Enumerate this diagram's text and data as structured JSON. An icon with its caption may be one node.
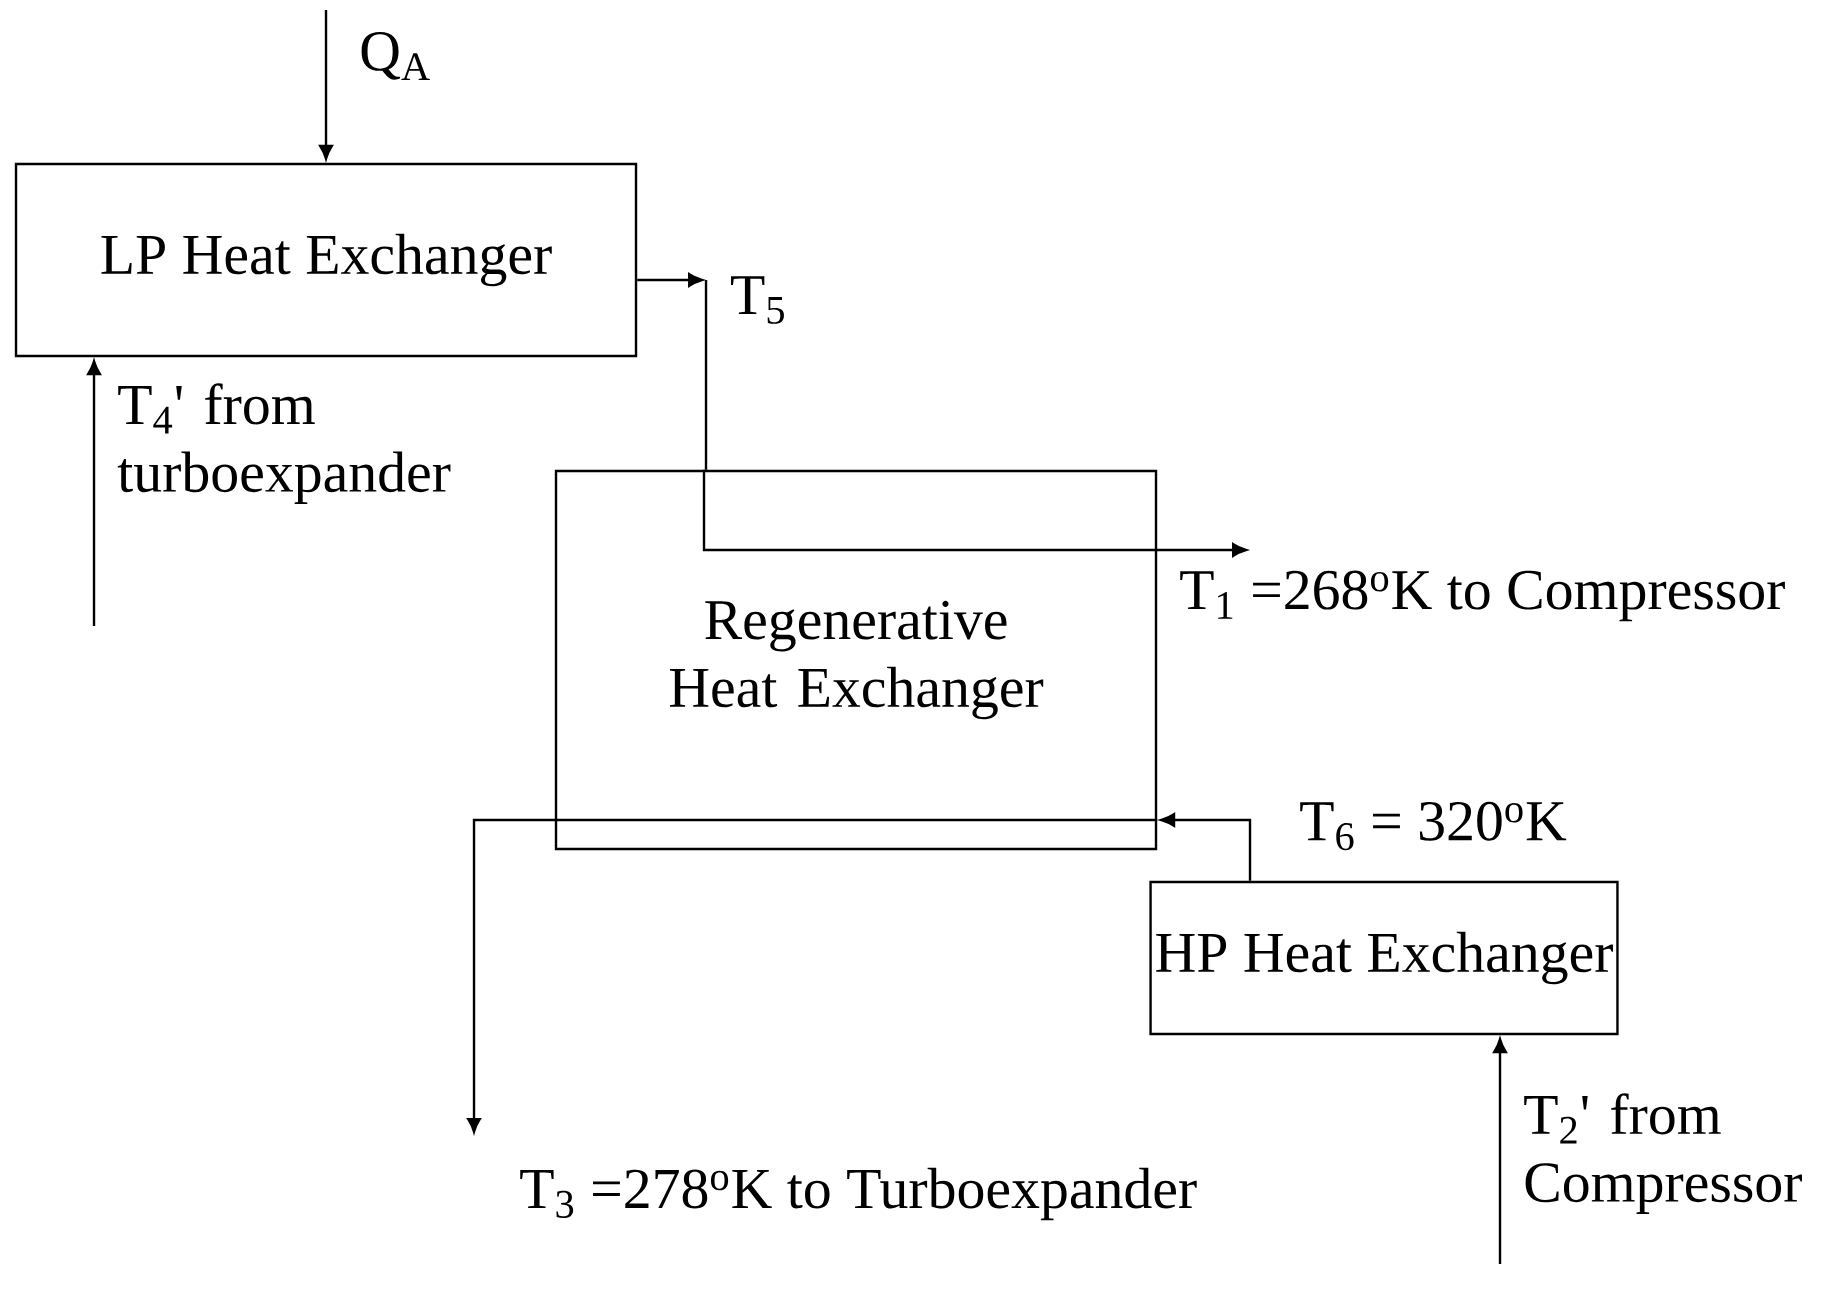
{
  "diagram": {
    "nodes": [
      {
        "text": [
          "LP Heat Exchanger"
        ]
      },
      {
        "text": [
          "T$_{5}$"
        ]
      },
      {
        "text": [
          "Regenerative Heat Exchanger"
        ]
      },
      {
        "text": [
          "HP Heat Exchanger"
        ]
      }
    ],
    "edges": [
      {
        "from": null,
        "to": 0,
        "arrow": "to",
        "label": "Q$_{A}$"
      },
      {
        "from": null,
        "to": 0,
        "arrow": "to",
        "label": "T$_{4}$' from turboexpander"
      },
      {
        "from": 0,
        "to": 1,
        "arrow": "to"
      },
      {
        "from": 1,
        "to": 2,
        "arrow": "none"
      },
      {
        "from": 2,
        "to": null,
        "arrow": "to",
        "label": "T$_{1}$ =268$^{o}$K to Compressor"
      },
      {
        "from": 3,
        "to": 2,
        "arrow": "to",
        "label": "T$_{6}$ = 320$^{o}$K"
      },
      {
        "from": 2,
        "to": null,
        "arrow": "to",
        "label": "T$_{3}$ =278$^{o}$K to Turboexpander"
      },
      {
        "from": null,
        "to": 3,
        "arrow": "to",
        "label": "T$_{2}$' from Compressor"
      }
    ]
  }
}
